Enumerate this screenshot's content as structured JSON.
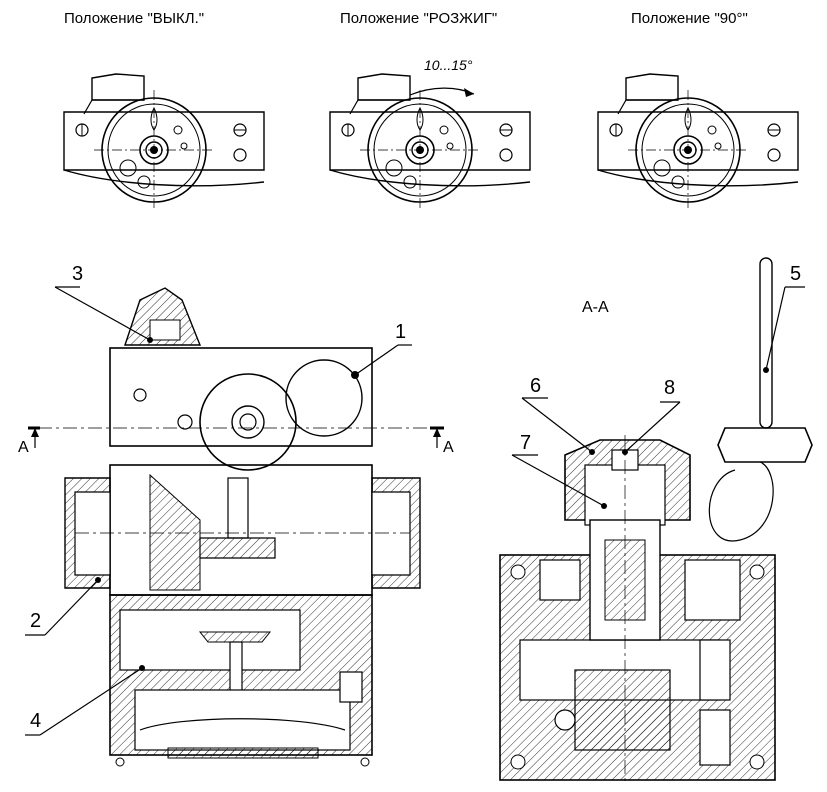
{
  "positions": [
    {
      "title": "Положение \"ВЫКЛ.\""
    },
    {
      "title": "Положение \"РОЗЖИГ\"",
      "rotation_note": "10...15°"
    },
    {
      "title": "Положение \"90°\""
    }
  ],
  "main_view": {
    "callouts": [
      "1",
      "2",
      "3",
      "4"
    ],
    "section_mark_left": "А",
    "section_mark_right": "А"
  },
  "section_view": {
    "title": "А-А",
    "callouts": [
      "5",
      "6",
      "7",
      "8"
    ]
  }
}
